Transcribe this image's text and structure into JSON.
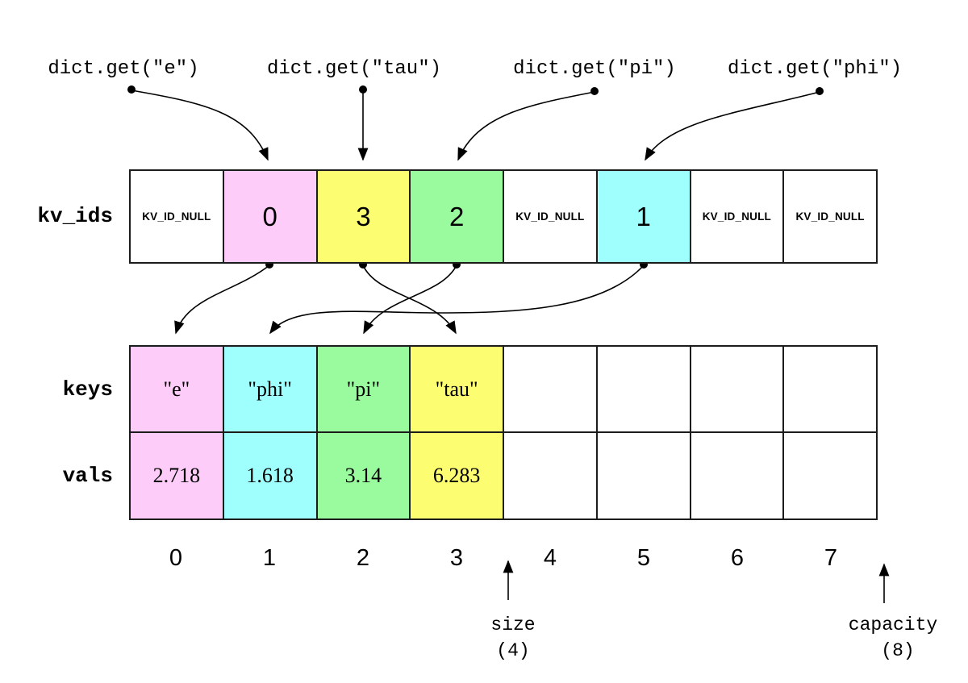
{
  "calls": [
    {
      "label": "dict.get(\"e\")"
    },
    {
      "label": "dict.get(\"tau\")"
    },
    {
      "label": "dict.get(\"pi\")"
    },
    {
      "label": "dict.get(\"phi\")"
    }
  ],
  "arrays": {
    "kv_ids": {
      "label": "kv_ids",
      "cells": [
        {
          "text": "KV_ID_NULL",
          "color": "#ffffff"
        },
        {
          "text": "0",
          "color": "#fdccf8"
        },
        {
          "text": "3",
          "color": "#fdfd72"
        },
        {
          "text": "2",
          "color": "#99fb9d"
        },
        {
          "text": "KV_ID_NULL",
          "color": "#ffffff"
        },
        {
          "text": "1",
          "color": "#9ffffd"
        },
        {
          "text": "KV_ID_NULL",
          "color": "#ffffff"
        },
        {
          "text": "KV_ID_NULL",
          "color": "#ffffff"
        }
      ]
    },
    "keys": {
      "label": "keys",
      "cells": [
        {
          "text": "\"e\"",
          "color": "#fdccf8"
        },
        {
          "text": "\"phi\"",
          "color": "#9ffffd"
        },
        {
          "text": "\"pi\"",
          "color": "#99fb9d"
        },
        {
          "text": "\"tau\"",
          "color": "#fdfd72"
        },
        {
          "text": "",
          "color": "#ffffff"
        },
        {
          "text": "",
          "color": "#ffffff"
        },
        {
          "text": "",
          "color": "#ffffff"
        },
        {
          "text": "",
          "color": "#ffffff"
        }
      ]
    },
    "vals": {
      "label": "vals",
      "cells": [
        {
          "text": "2.718",
          "color": "#fdccf8"
        },
        {
          "text": "1.618",
          "color": "#9ffffd"
        },
        {
          "text": "3.14",
          "color": "#99fb9d"
        },
        {
          "text": "6.283",
          "color": "#fdfd72"
        },
        {
          "text": "",
          "color": "#ffffff"
        },
        {
          "text": "",
          "color": "#ffffff"
        },
        {
          "text": "",
          "color": "#ffffff"
        },
        {
          "text": "",
          "color": "#ffffff"
        }
      ]
    }
  },
  "indices": [
    "0",
    "1",
    "2",
    "3",
    "4",
    "5",
    "6",
    "7"
  ],
  "annotations": {
    "size": {
      "label": "size",
      "value": "(4)"
    },
    "capacity": {
      "label": "capacity",
      "value": "(8)"
    }
  },
  "palette": {
    "pink": "#fdccf8",
    "yellow": "#fdfd72",
    "green": "#99fb9d",
    "cyan": "#9ffffd",
    "line": "#000000"
  }
}
